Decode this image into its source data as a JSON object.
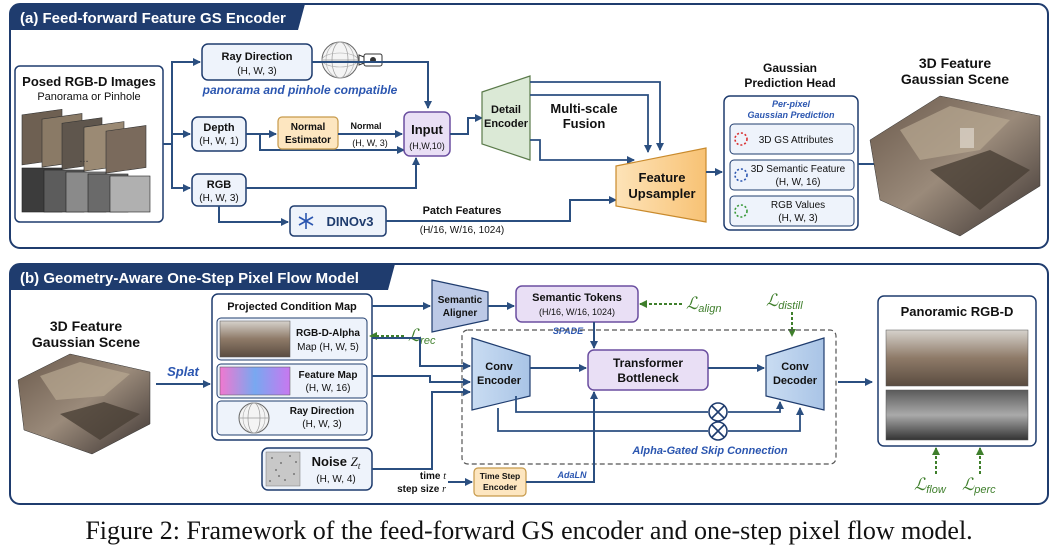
{
  "panel_a": {
    "title": "(a) Feed-forward Feature GS Encoder",
    "posed_images": {
      "title": "Posed RGB-D Images",
      "subtitle": "Panorama or Pinhole",
      "ellipsis": "..."
    },
    "ray_direction": {
      "title": "Ray Direction",
      "dims": "(H, W, 3)"
    },
    "compat_note": "panorama and pinhole compatible",
    "depth": {
      "title": "Depth",
      "dims": "(H, W, 1)"
    },
    "rgb": {
      "title": "RGB",
      "dims": "(H, W, 3)"
    },
    "normal_estimator": {
      "line1": "Normal",
      "line2": "Estimator"
    },
    "normal_out": {
      "title": "Normal",
      "dims": "(H, W, 3)"
    },
    "input": {
      "title": "Input",
      "dims": "(H,W,10)"
    },
    "detail_encoder": {
      "line1": "Detail",
      "line2": "Encoder"
    },
    "multiscale": {
      "line1": "Multi-scale",
      "line2": "Fusion"
    },
    "dinov3": "DINOv3",
    "patch_features": {
      "title": "Patch Features",
      "dims": "(H/16, W/16, 1024)"
    },
    "upsampler": {
      "line1": "Feature",
      "line2": "Upsampler"
    },
    "head": {
      "title_line1": "Gaussian",
      "title_line2": "Prediction Head",
      "per_pixel_line1": "Per-pixel",
      "per_pixel_line2": "Gaussian Prediction",
      "items": [
        {
          "line1": "3D GS Attributes",
          "line2": ""
        },
        {
          "line1": "3D Semantic Feature",
          "line2": "(H, W, 16)"
        },
        {
          "line1": "RGB Values",
          "line2": "(H, W, 3)"
        }
      ]
    },
    "scene": {
      "line1": "3D Feature",
      "line2": "Gaussian Scene"
    }
  },
  "panel_b": {
    "title": "(b) Geometry-Aware One-Step Pixel Flow Model",
    "scene": {
      "line1": "3D Feature",
      "line2": "Gaussian Scene"
    },
    "splat": "Splat",
    "condition_map": {
      "title": "Projected Condition Map",
      "items": [
        {
          "line1": "RGB-D-Alpha",
          "line2": "Map (H, W, 5)"
        },
        {
          "line1": "Feature Map",
          "line2": "(H, W, 16)"
        },
        {
          "line1": "Ray Direction",
          "line2": "(H, W, 3)"
        }
      ]
    },
    "noise": {
      "title": "Noise ",
      "symbol": "Z",
      "sub": "t",
      "dims": "(H, W, 4)"
    },
    "time_labels": {
      "line1": "time ",
      "line1_sym": "t",
      "line2": "step size ",
      "line2_sym": "r"
    },
    "semantic_aligner": {
      "line1": "Semantic",
      "line2": "Aligner"
    },
    "semantic_tokens": {
      "title": "Semantic Tokens",
      "dims": "(H/16, W/16, 1024)"
    },
    "spade": "SPADE",
    "adaln": "AdaLN",
    "conv_encoder": {
      "line1": "Conv",
      "line2": "Encoder"
    },
    "transformer": {
      "line1": "Transformer",
      "line2": "Bottleneck"
    },
    "conv_decoder": {
      "line1": "Conv",
      "line2": "Decoder"
    },
    "time_step_encoder": {
      "line1": "Time Step",
      "line2": "Encoder"
    },
    "skip_note": "Alpha-Gated Skip Connection",
    "output": "Panoramic RGB-D",
    "losses": {
      "rec": {
        "L": "ℒ",
        "sub": "rec"
      },
      "align": {
        "L": "ℒ",
        "sub": "align"
      },
      "distill": {
        "L": "ℒ",
        "sub": "distill"
      },
      "flow": {
        "L": "ℒ",
        "sub": "flow"
      },
      "perc": {
        "L": "ℒ",
        "sub": "perc"
      }
    }
  },
  "caption": "Figure 2: Framework of the feed-forward GS encoder and one-step pixel flow model.",
  "colors": {
    "navy": "#1f3c6e",
    "arrow": "#2b4f80",
    "box_fill": "#eef3fb",
    "purple_fill": "#e9dff5",
    "orange_fill": "#fde6c0",
    "green_fill": "#dbe9d6",
    "loss_green": "#3f7f2c"
  }
}
